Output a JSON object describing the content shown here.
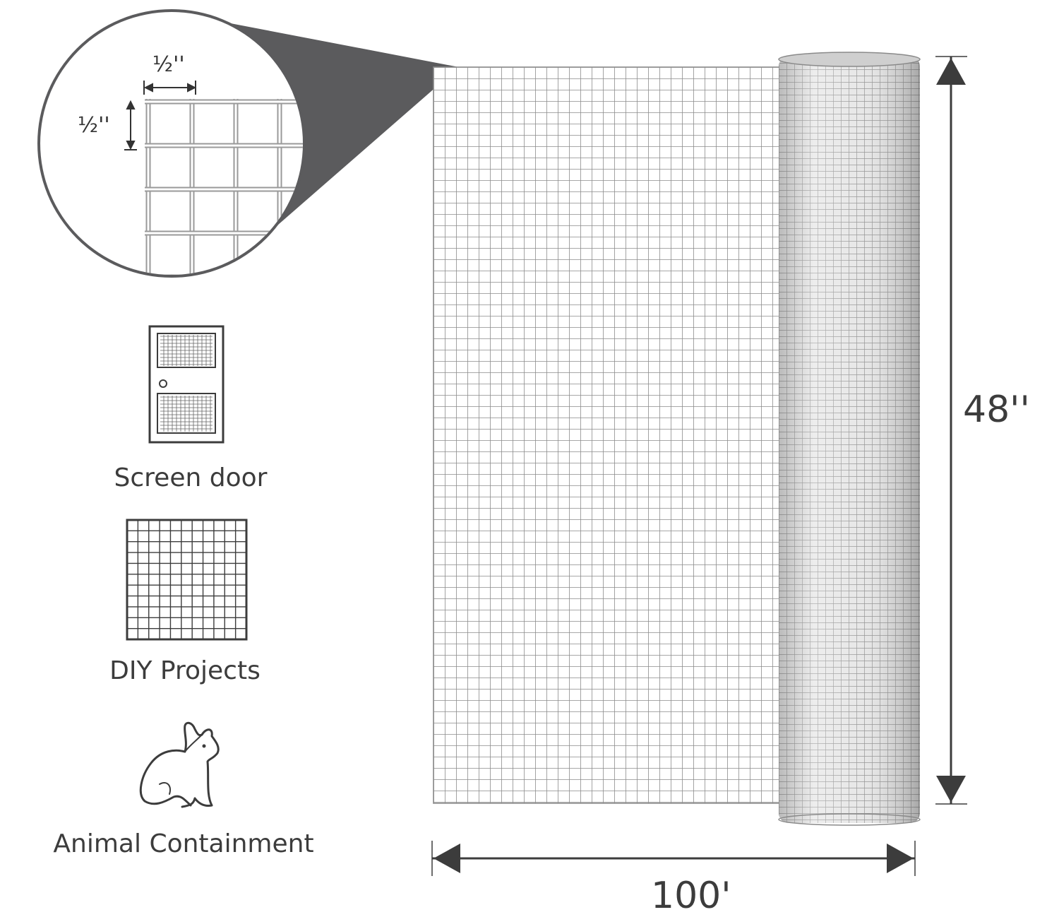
{
  "zoom": {
    "width_label": "½''",
    "height_label": "½''"
  },
  "uses": [
    {
      "label": "Screen door",
      "icon": "screen-door-icon"
    },
    {
      "label": "DIY Projects",
      "icon": "mesh-grid-icon"
    },
    {
      "label": "Animal Containment",
      "icon": "rabbit-icon"
    }
  ],
  "dimensions": {
    "height_label": "48''",
    "length_label": "100'"
  },
  "colors": {
    "callout": "#5b5b5d",
    "wire": "#9a9a9a",
    "arrow": "#3c3c3c",
    "roll": "#d9d9d9"
  }
}
